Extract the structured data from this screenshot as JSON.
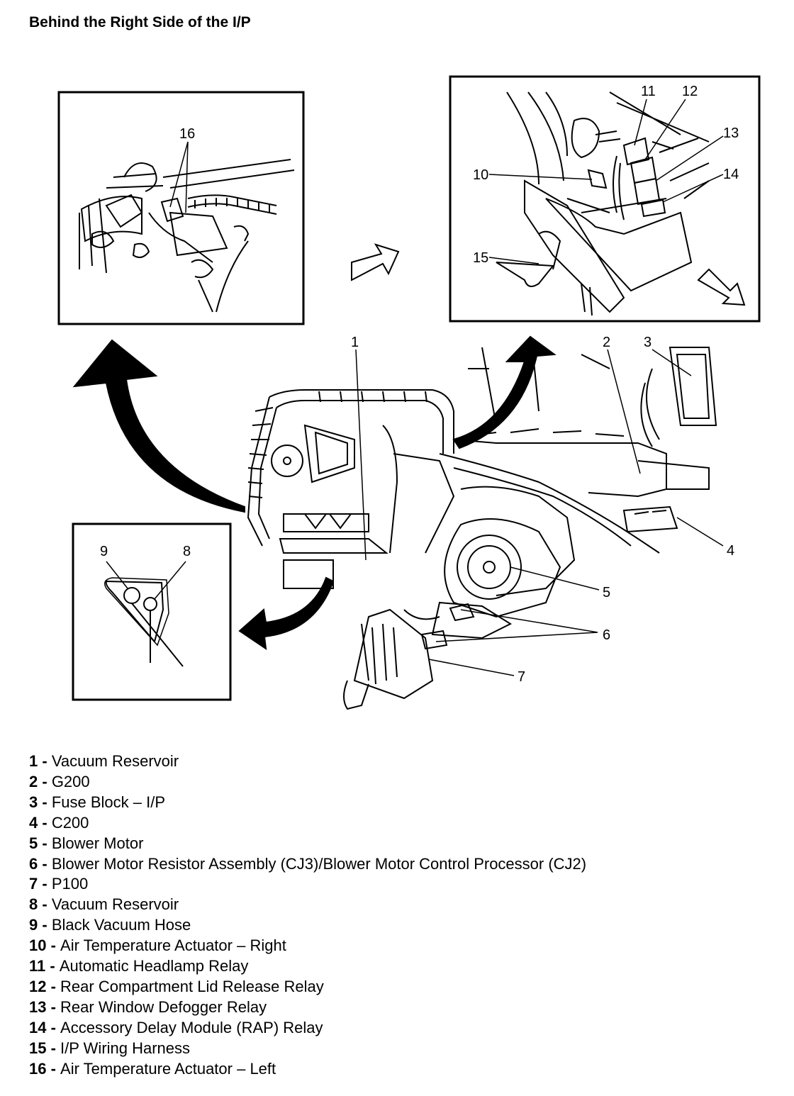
{
  "title": "Behind the Right Side of the I/P",
  "callouts": [
    {
      "id": "1"
    },
    {
      "id": "2"
    },
    {
      "id": "3"
    },
    {
      "id": "4"
    },
    {
      "id": "5"
    },
    {
      "id": "6"
    },
    {
      "id": "7"
    },
    {
      "id": "8"
    },
    {
      "id": "9"
    },
    {
      "id": "10"
    },
    {
      "id": "11"
    },
    {
      "id": "12"
    },
    {
      "id": "13"
    },
    {
      "id": "14"
    },
    {
      "id": "15"
    },
    {
      "id": "16"
    }
  ],
  "legend": [
    {
      "num": "1",
      "label": "Vacuum Reservoir"
    },
    {
      "num": "2",
      "label": "G200"
    },
    {
      "num": "3",
      "label": "Fuse Block – I/P"
    },
    {
      "num": "4",
      "label": "C200"
    },
    {
      "num": "5",
      "label": "Blower Motor"
    },
    {
      "num": "6",
      "label": "Blower Motor Resistor Assembly (CJ3)/Blower Motor Control Processor (CJ2)"
    },
    {
      "num": "7",
      "label": "P100"
    },
    {
      "num": "8",
      "label": "Vacuum Reservoir"
    },
    {
      "num": "9",
      "label": "Black Vacuum Hose"
    },
    {
      "num": "10",
      "label": "Air Temperature Actuator – Right"
    },
    {
      "num": "11",
      "label": "Automatic Headlamp Relay"
    },
    {
      "num": "12",
      "label": "Rear Compartment Lid Release Relay"
    },
    {
      "num": "13",
      "label": "Rear Window Defogger Relay"
    },
    {
      "num": "14",
      "label": "Accessory Delay Module (RAP) Relay"
    },
    {
      "num": "15",
      "label": "I/P Wiring Harness"
    },
    {
      "num": "16",
      "label": "Air Temperature Actuator – Left"
    }
  ]
}
